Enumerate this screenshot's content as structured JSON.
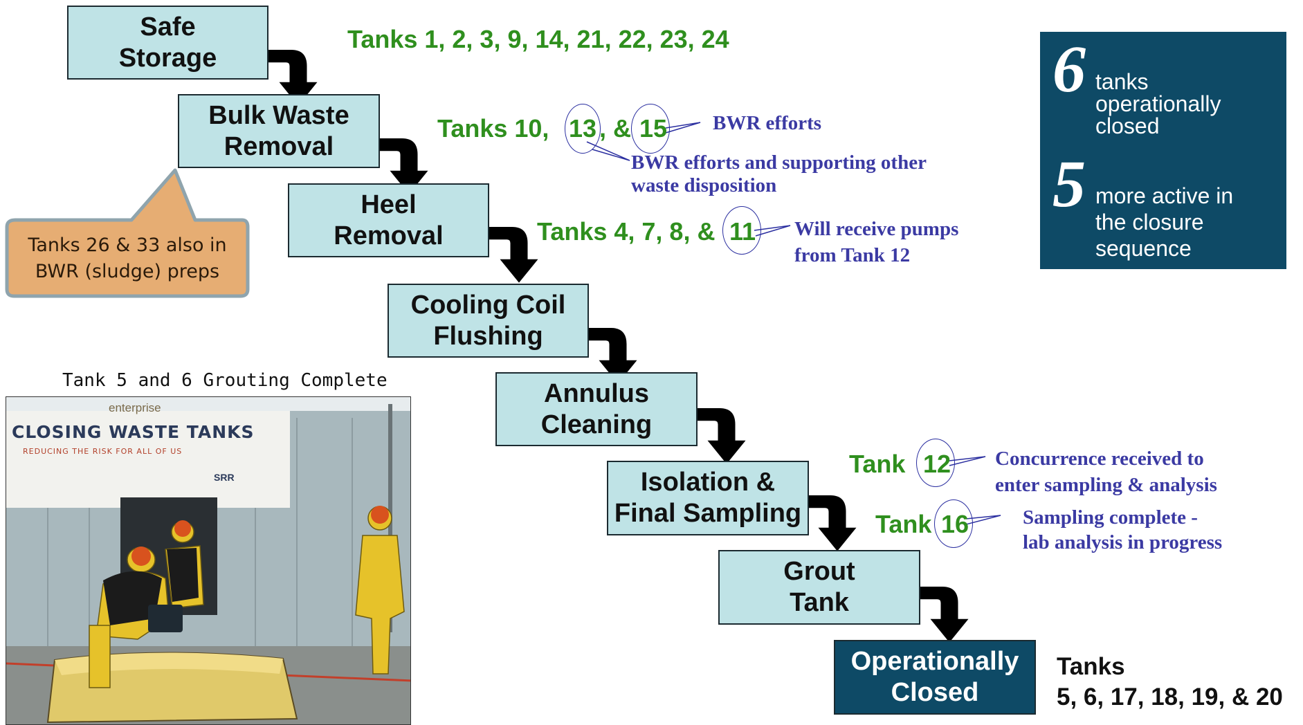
{
  "steps": [
    {
      "line1": "Safe",
      "line2": "Storage"
    },
    {
      "line1": "Bulk Waste",
      "line2": "Removal"
    },
    {
      "line1": "Heel",
      "line2": "Removal"
    },
    {
      "line1": "Cooling Coil",
      "line2": "Flushing"
    },
    {
      "line1": "Annulus",
      "line2": "Cleaning"
    },
    {
      "line1": "Isolation &",
      "line2": "Final Sampling"
    },
    {
      "line1": "Grout",
      "line2": "Tank"
    },
    {
      "line1": "Operationally",
      "line2": "Closed"
    }
  ],
  "tank_lists": {
    "safe_storage": "Tanks 1, 2, 3, 9, 14, 21, 22, 23, 24",
    "bulk_prefix": "Tanks  10,",
    "bulk_t1": "13",
    "bulk_amp": ",  &",
    "bulk_t2": "15",
    "heel_prefix": "Tanks 4, 7, 8, &",
    "heel_t1": "11",
    "isolation_prefix": "Tank",
    "isolation_t1": "12",
    "grout_prefix": "Tank",
    "grout_t1": "16",
    "closed_label": "Tanks",
    "closed_list": "5, 6, 17, 18, 19, & 20"
  },
  "notes": {
    "bwr_efforts": "BWR efforts",
    "bwr_other_l1": "BWR efforts and supporting other",
    "bwr_other_l2": "waste disposition",
    "pumps_l1": "Will receive pumps",
    "pumps_l2": "from Tank 12",
    "concurrence_l1": "Concurrence received to",
    "concurrence_l2": "enter sampling & analysis",
    "sampling_l1": "Sampling complete -",
    "sampling_l2": "lab analysis in progress"
  },
  "callout": {
    "line1": "Tanks 26 & 33 also in",
    "line2": "BWR (sludge) preps"
  },
  "stats": {
    "closed_count": "6",
    "closed_l1": "tanks",
    "closed_l2": "operationally",
    "closed_l3": "closed",
    "active_count": "5",
    "active_l1": "more active in",
    "active_l2": "the closure",
    "active_l3": "sequence"
  },
  "photo": {
    "caption": "Tank 5 and 6 Grouting Complete",
    "banner_brand": "enterprise",
    "banner_title": "CLOSING WASTE TANKS",
    "banner_subtitle": "REDUCING THE RISK FOR ALL OF US",
    "banner_logo": "SRR"
  },
  "colors": {
    "step_fill": "#bfe3e6",
    "step_dark_fill": "#0e4a66",
    "tank_green": "#2f8f1e",
    "note_blue": "#3b3aa3",
    "callout_fill": "#e6ad73",
    "callout_border": "#8fa4ad",
    "arrow": "#000000"
  }
}
